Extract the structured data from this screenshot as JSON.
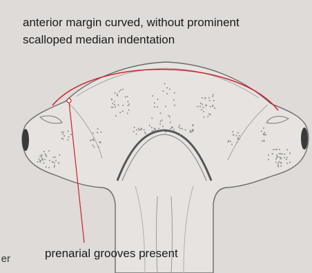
{
  "annotations": {
    "top_line1": "anterior margin curved, without prominent",
    "top_line2": "scalloped median indentation",
    "bottom": "prenarial grooves present",
    "left_clipped": "er"
  },
  "colors": {
    "background": "#dedbd8",
    "annotation": "#cc2127",
    "outline": "#6b6b6b",
    "dots": "#8a8a8a"
  }
}
